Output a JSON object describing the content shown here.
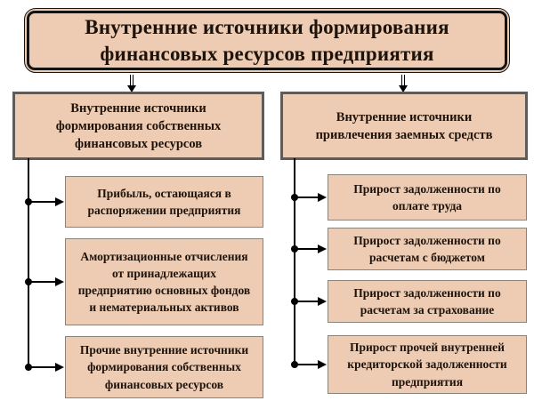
{
  "diagram": {
    "title": "Внутренние источники формирования\nфинансовых ресурсов предприятия",
    "left_branch": {
      "header": "Внутренние источники\nформирования собственных\nфинансовых ресурсов",
      "items": [
        "Прибыль, остающаяся в\nраспоряжении предприятия",
        "Амортизационные отчисления\nот принадлежащих\nпредприятию основных фондов\nи нематериальных активов",
        "Прочие внутренние источники\nформирования собственных\nфинансовых ресурсов"
      ]
    },
    "right_branch": {
      "header": "Внутренние источники\nпривлечения заемных средств",
      "items": [
        "Прирост задолженности по\nоплате труда",
        "Прирост задолженности по\nрасчетам с бюджетом",
        "Прирост задолженности по\nрасчетам за страхование",
        "Прирост прочей внутренней\nкредиторской задолженности\nпредприятия"
      ]
    },
    "colors": {
      "box_fill": "#edccb3",
      "title_border": "#141414",
      "header_border": "#5c5c5c",
      "item_border": "#8a8379",
      "connector": "#000000",
      "text": "#1e130b",
      "background": "#ffffff"
    }
  }
}
